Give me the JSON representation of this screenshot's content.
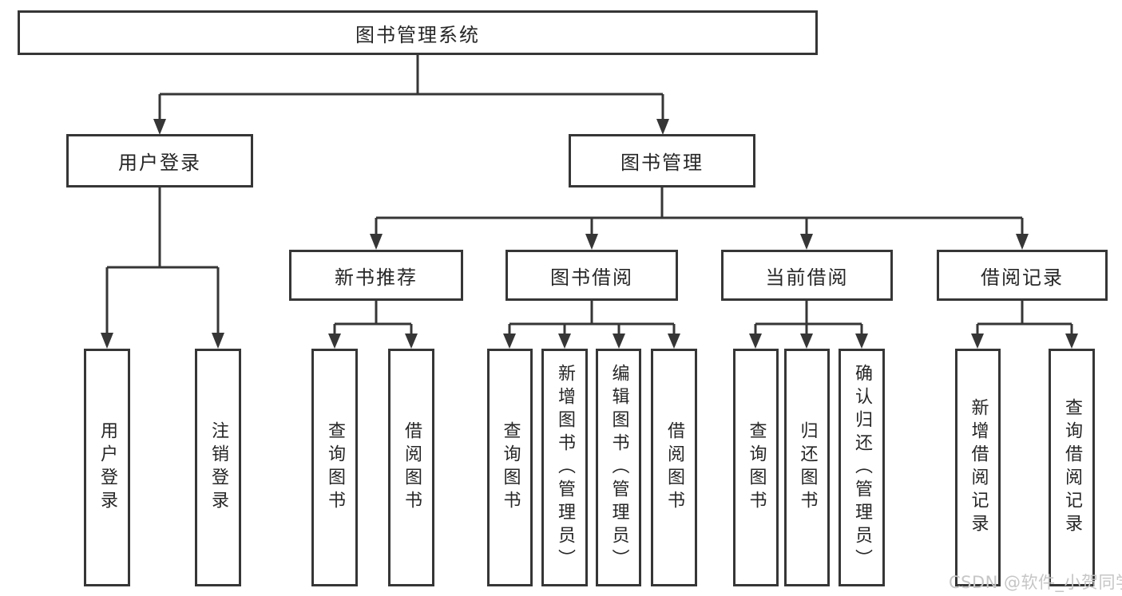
{
  "diagram": {
    "root": {
      "label": "图书管理系统"
    },
    "login": {
      "label": "用户登录",
      "children": [
        {
          "label": "用户登录"
        },
        {
          "label": "注销登录"
        }
      ]
    },
    "management": {
      "label": "图书管理",
      "sections": [
        {
          "label": "新书推荐",
          "children": [
            {
              "label": "查询图书"
            },
            {
              "label": "借阅图书"
            }
          ]
        },
        {
          "label": "图书借阅",
          "children": [
            {
              "label": "查询图书"
            },
            {
              "label": "新增图书（管理员）"
            },
            {
              "label": "编辑图书（管理员）"
            },
            {
              "label": "借阅图书"
            }
          ]
        },
        {
          "label": "当前借阅",
          "children": [
            {
              "label": "查询图书"
            },
            {
              "label": "归还图书"
            },
            {
              "label": "确认归还（管理员）"
            }
          ]
        },
        {
          "label": "借阅记录",
          "children": [
            {
              "label": "新增借阅记录"
            },
            {
              "label": "查询借阅记录"
            }
          ]
        }
      ]
    }
  },
  "watermark": {
    "text": "CSDN @软件_小贺同学"
  },
  "colors": {
    "line": "#363636",
    "text": "#262626",
    "background": "#ffffff",
    "watermark": "#c6c6c6"
  }
}
